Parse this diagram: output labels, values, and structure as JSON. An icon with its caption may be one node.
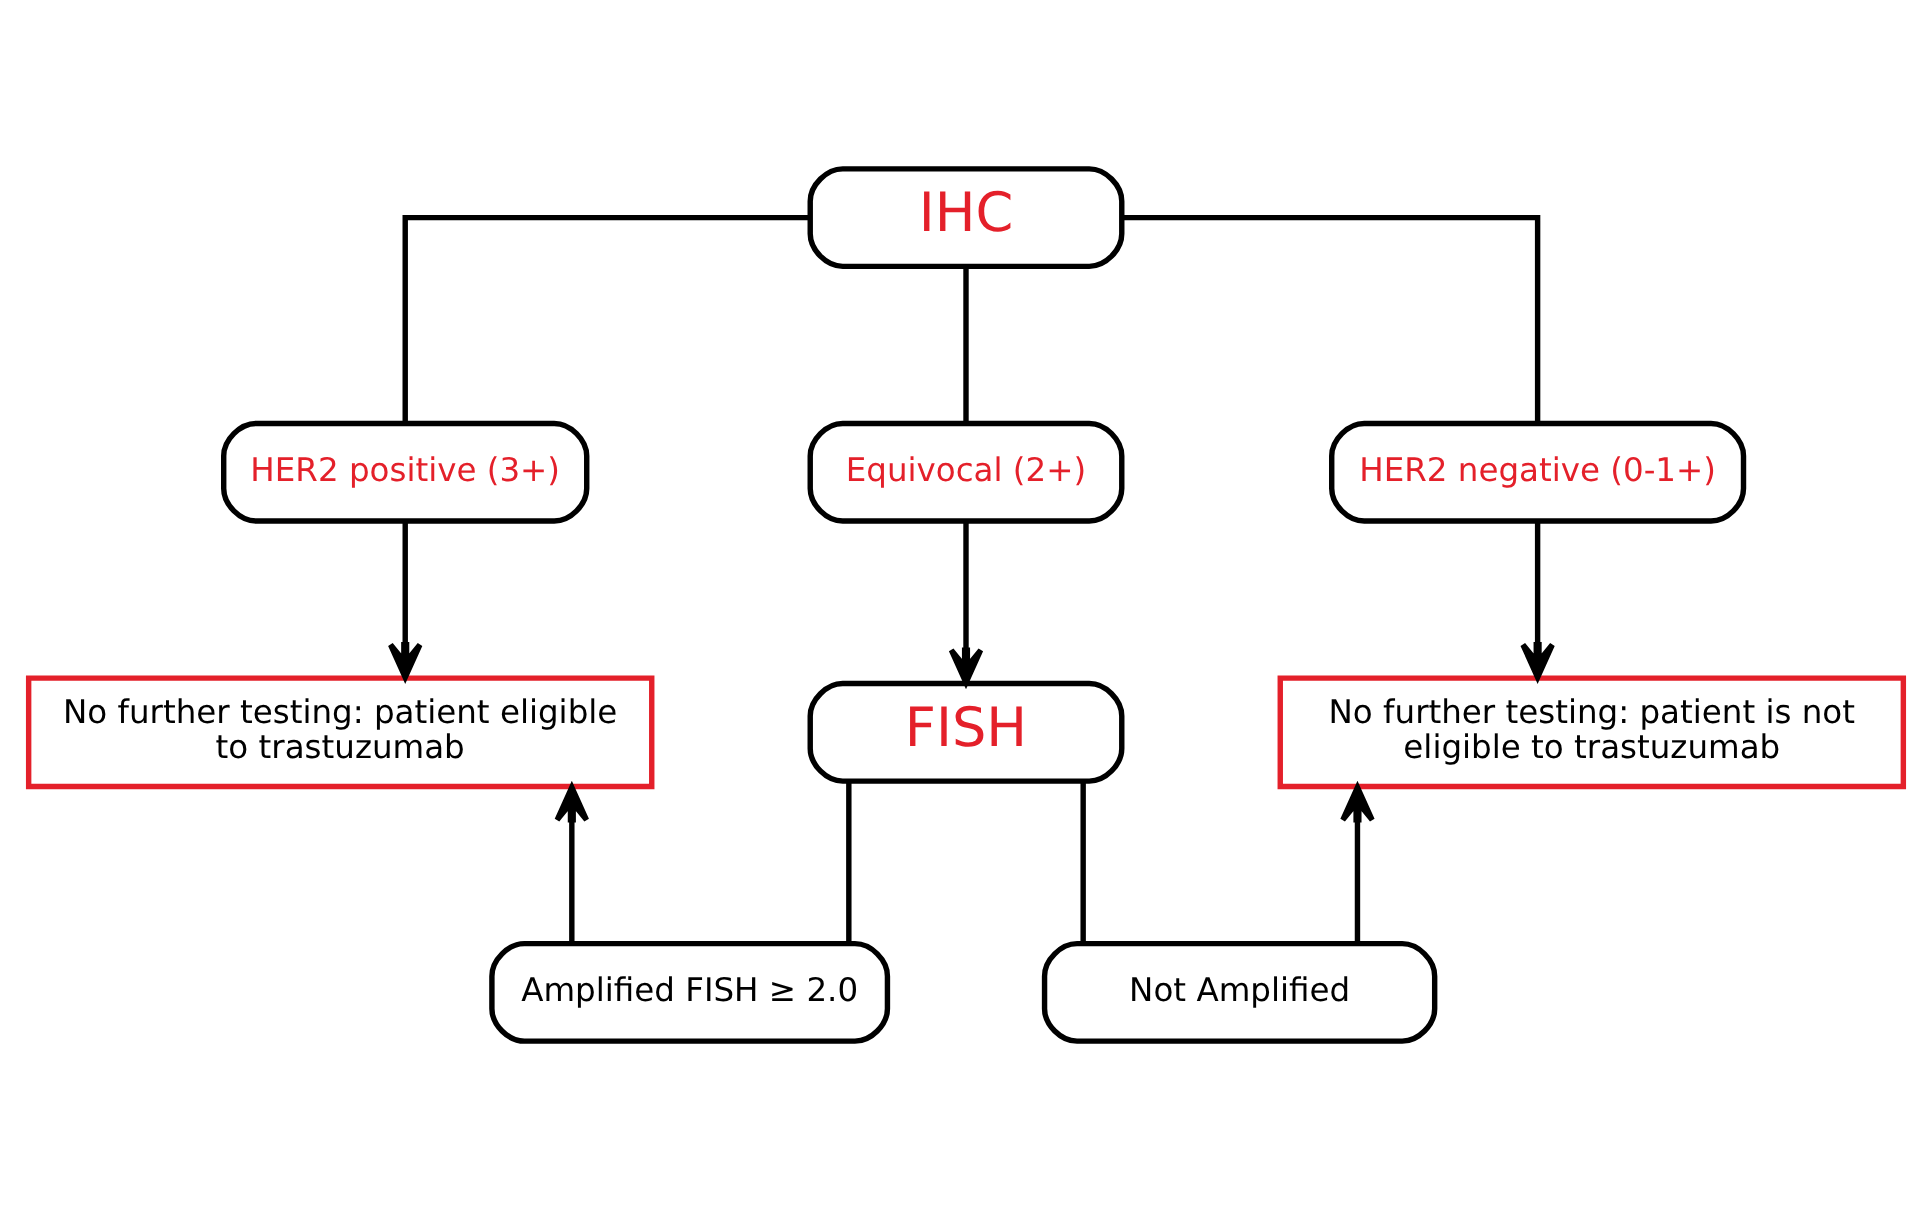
{
  "diagram": {
    "nodes": [
      {
        "text": [
          "IHC"
        ]
      },
      {
        "text": [
          "HER2 positive (3+)"
        ]
      },
      {
        "text": [
          "Equivocal (2+)"
        ]
      },
      {
        "text": [
          "HER2 negative (0-1+)"
        ]
      },
      {
        "text": [
          "No further testing: patient eligible to trastuzumab"
        ]
      },
      {
        "text": [
          "FISH"
        ]
      },
      {
        "text": [
          "No further testing: patient is not eligible to trastuzumab"
        ]
      },
      {
        "text": [
          "Amplified FISH ≥ 2.0"
        ]
      },
      {
        "text": [
          "Not Amplified"
        ]
      }
    ],
    "edges": [
      {
        "from": 0,
        "to": 1,
        "arrow": "none"
      },
      {
        "from": 0,
        "to": 2,
        "arrow": "none"
      },
      {
        "from": 0,
        "to": 3,
        "arrow": "none"
      },
      {
        "from": 1,
        "to": 4,
        "arrow": "to"
      },
      {
        "from": 2,
        "to": 5,
        "arrow": "to"
      },
      {
        "from": 3,
        "to": 6,
        "arrow": "to"
      },
      {
        "from": 5,
        "to": 7,
        "arrow": "none"
      },
      {
        "from": 5,
        "to": 8,
        "arrow": "none"
      },
      {
        "from": 7,
        "to": 4,
        "arrow": "to"
      },
      {
        "from": 8,
        "to": 6,
        "arrow": "to"
      }
    ]
  }
}
